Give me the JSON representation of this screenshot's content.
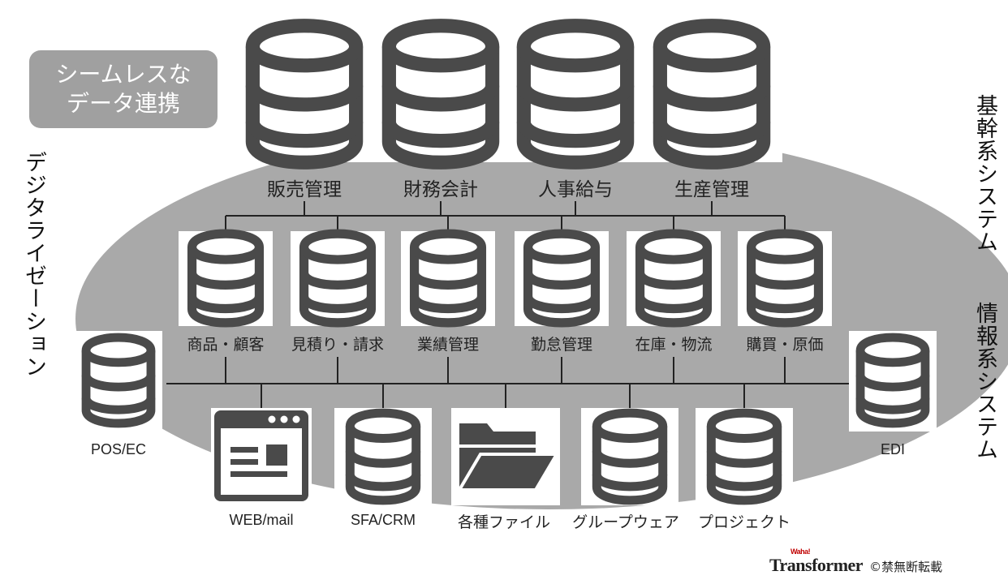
{
  "badge": {
    "line1": "シームレスな",
    "line2": "データ連携"
  },
  "left_vertical": "デジタライゼーション",
  "right_top_vertical": "基幹系システム",
  "right_bottom_vertical": "情報系システム",
  "core_systems": [
    "販売管理",
    "財務会計",
    "人事給与",
    "生産管理"
  ],
  "mid_systems": [
    "商品・顧客",
    "見積り・請求",
    "業績管理",
    "勤怠管理",
    "在庫・物流",
    "購買・原価"
  ],
  "outer_left": "POS/EC",
  "outer_right": "EDI",
  "bottom_systems": [
    "WEB/mail",
    "SFA/CRM",
    "各種ファイル",
    "グループウェア",
    "プロジェクト"
  ],
  "credit": {
    "brand": "Transformer",
    "brand_sup": "Waha!",
    "notice": "©禁無断転載"
  },
  "icons": {
    "database": "database-icon",
    "browser": "browser-window-icon",
    "folder": "folder-icon"
  },
  "colors": {
    "ellipse": "#a9a9a9",
    "icon": "#4a4a4a",
    "badge": "#a0a0a0",
    "line": "#222222"
  }
}
